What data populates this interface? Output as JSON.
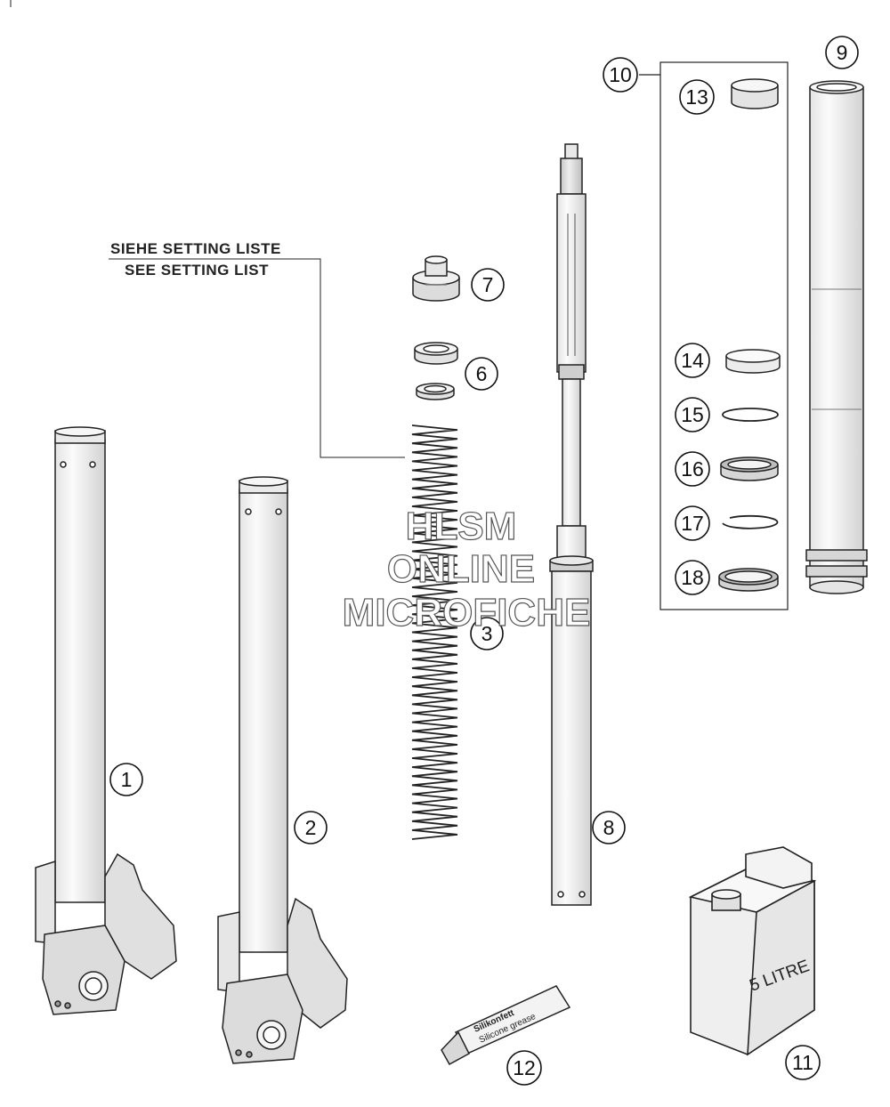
{
  "note": {
    "line1": "SIEHE SETTING LISTE",
    "line2": "SEE SETTING LIST"
  },
  "watermark": {
    "line1": "HLSM",
    "line2": "ONLINE",
    "line3": "MICROFICHE"
  },
  "callouts": {
    "c1": "1",
    "c2": "2",
    "c3": "3",
    "c6": "6",
    "c7": "7",
    "c8": "8",
    "c9": "9",
    "c10": "10",
    "c11": "11",
    "c12": "12",
    "c13": "13",
    "c14": "14",
    "c15": "15",
    "c16": "16",
    "c17": "17",
    "c18": "18"
  },
  "oil_can": {
    "label": "5 LITRE"
  },
  "grease_tube": {
    "brand": "Silikonfett",
    "name": "Silicone grease"
  },
  "colors": {
    "line": "#222222",
    "fill": "#f2f2f2",
    "shade": "#d8d8d8"
  }
}
